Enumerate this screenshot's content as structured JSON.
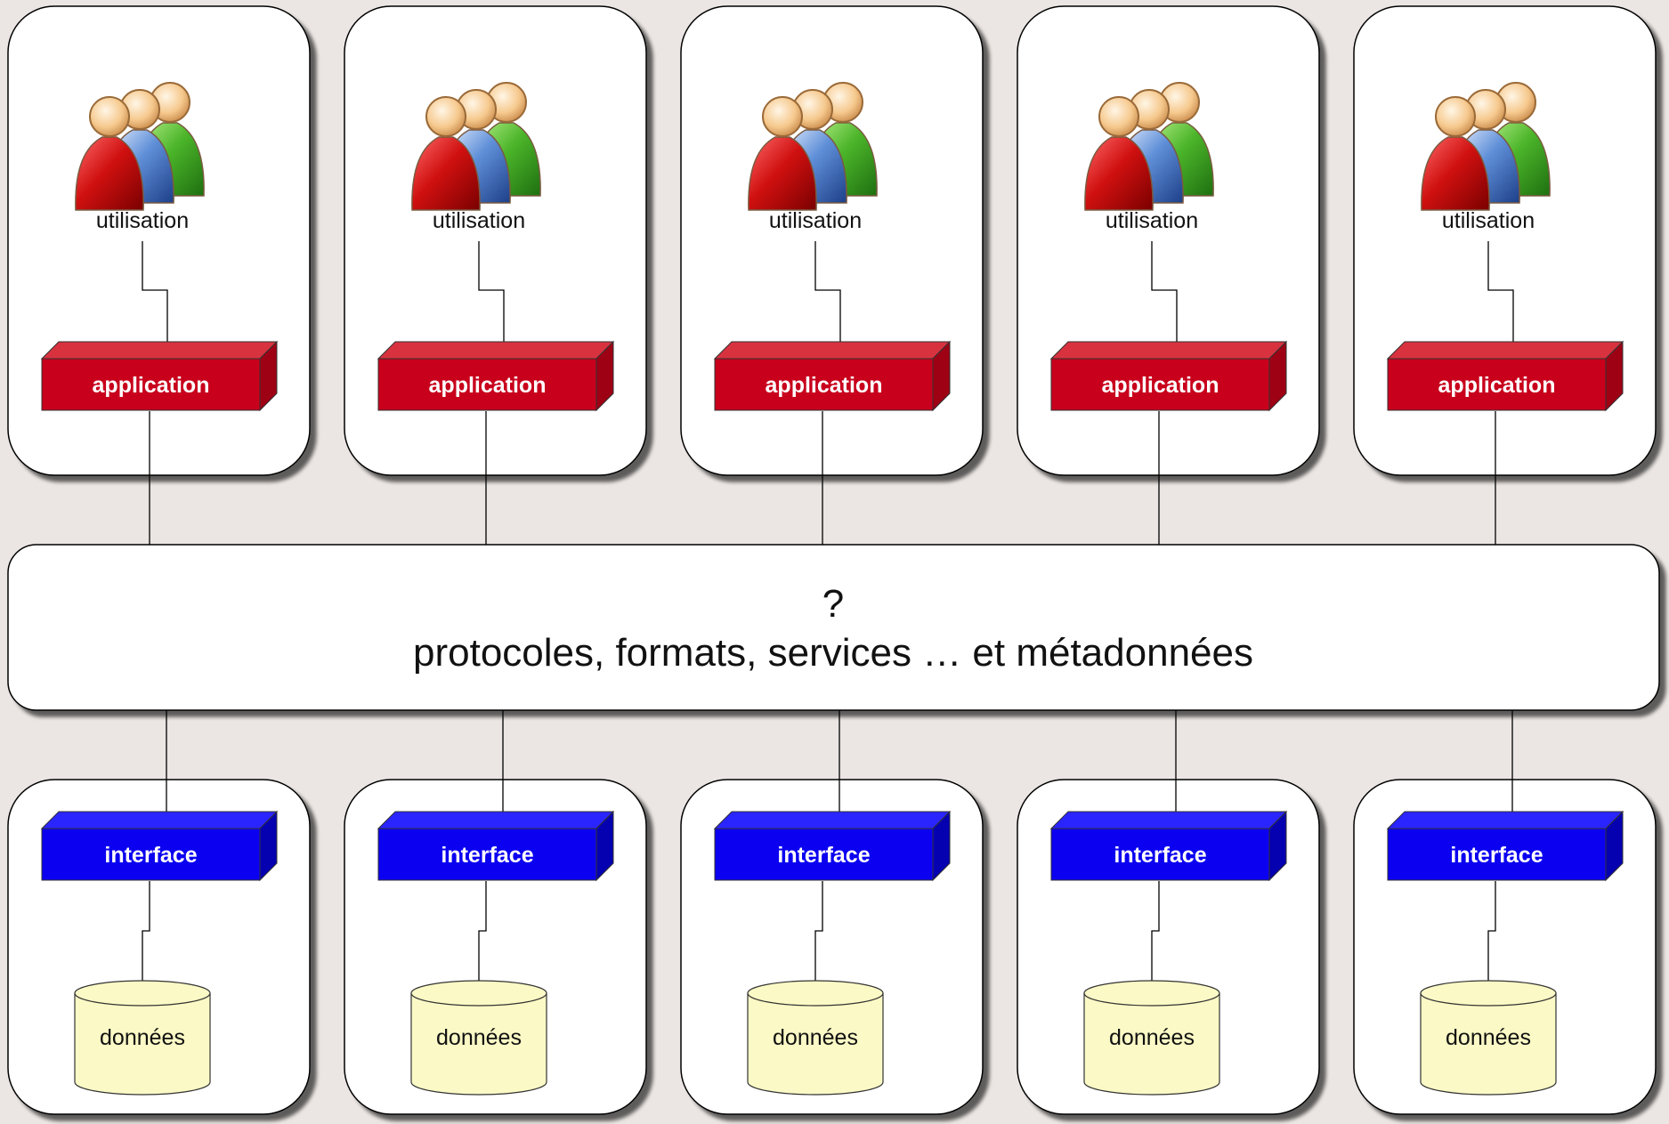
{
  "colors": {
    "background": "#ebe6e3",
    "application_block": "#c8001c",
    "interface_block": "#0b00f0",
    "database_fill": "#fbfac6"
  },
  "columns": [
    {
      "usage_label": "utilisation",
      "application_label": "application",
      "interface_label": "interface",
      "data_label": "données"
    },
    {
      "usage_label": "utilisation",
      "application_label": "application",
      "interface_label": "interface",
      "data_label": "données"
    },
    {
      "usage_label": "utilisation",
      "application_label": "application",
      "interface_label": "interface",
      "data_label": "données"
    },
    {
      "usage_label": "utilisation",
      "application_label": "application",
      "interface_label": "interface",
      "data_label": "données"
    },
    {
      "usage_label": "utilisation",
      "application_label": "application",
      "interface_label": "interface",
      "data_label": "données"
    }
  ],
  "middleware": {
    "line1": "?",
    "line2": "protocoles, formats, services … et métadonnées"
  },
  "icons": {
    "users": "users-group-icon",
    "database": "database-cylinder-icon"
  }
}
